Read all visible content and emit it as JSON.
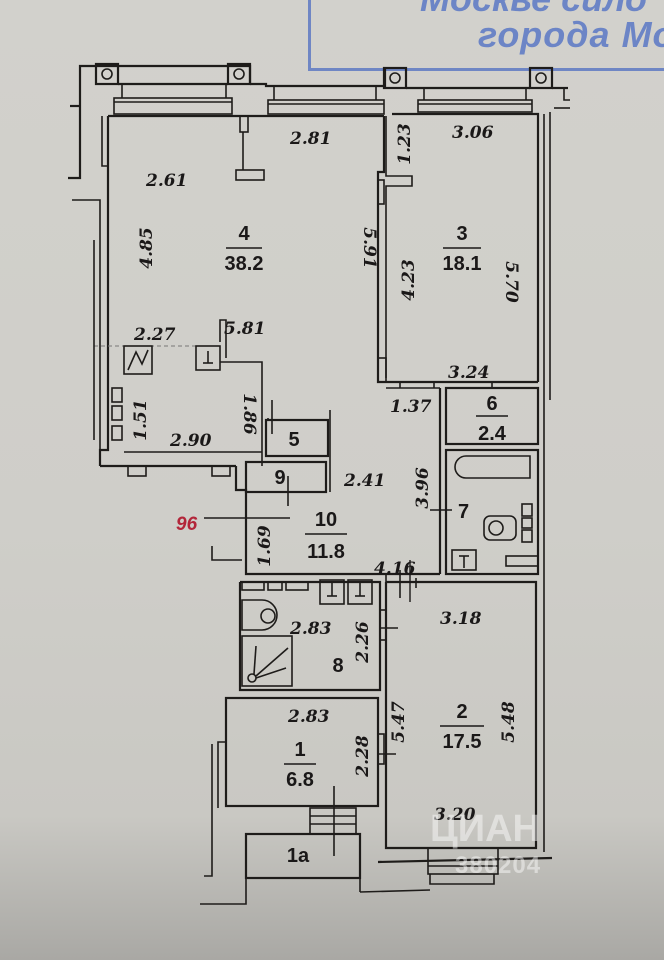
{
  "stamp": {
    "line1": "Москве сило",
    "line2": "города Мо"
  },
  "watermark": {
    "logo": "ЦИАН",
    "id": "380204"
  },
  "annotation_red": "96",
  "colors": {
    "paper": "#d0cfca",
    "ink": "#1e1c1a",
    "stamp_blue": "#5b78c6",
    "annotation_red": "#b3263a"
  },
  "rooms": [
    {
      "id": "4",
      "area": "38.2",
      "dims": [
        "2.81",
        "2.61",
        "4.85",
        "5.91",
        "2.27",
        "5.81",
        "1.51",
        "2.90",
        "1.86"
      ]
    },
    {
      "id": "3",
      "area": "18.1",
      "dims": [
        "3.06",
        "1.23",
        "4.23",
        "5.70",
        "3.24"
      ]
    },
    {
      "id": "6",
      "area": "2.4",
      "dims": [
        "1.37"
      ]
    },
    {
      "id": "7",
      "area": "",
      "dims": [
        "3.96"
      ]
    },
    {
      "id": "5",
      "area": "",
      "dims": []
    },
    {
      "id": "9",
      "area": "",
      "dims": []
    },
    {
      "id": "10",
      "area": "11.8",
      "dims": [
        "2.41",
        "1.69",
        "4.16"
      ]
    },
    {
      "id": "8",
      "area": "",
      "dims": [
        "2.83",
        "2.26"
      ]
    },
    {
      "id": "1",
      "area": "6.8",
      "dims": [
        "2.83",
        "2.28"
      ]
    },
    {
      "id": "1а",
      "area": "",
      "dims": []
    },
    {
      "id": "2",
      "area": "17.5",
      "dims": [
        "3.18",
        "5.47",
        "5.48",
        "3.20"
      ]
    }
  ]
}
